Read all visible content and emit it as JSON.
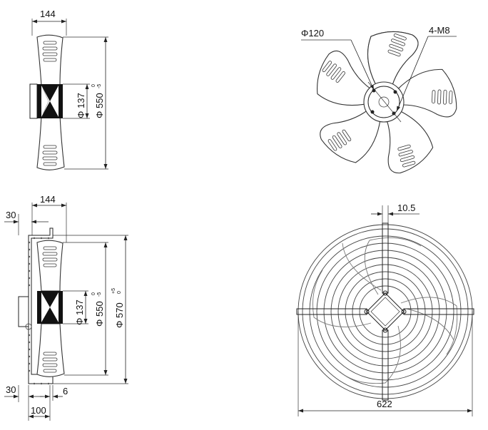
{
  "side_view_top": {
    "width_label": "144",
    "hub_dia_label": "Φ 137",
    "fan_dia_label": "Φ 550",
    "fan_dia_tol_upper": "0",
    "fan_dia_tol_lower": "-5"
  },
  "front_view_top": {
    "hub_circle_label": "Φ120",
    "bolt_label": "4-M8"
  },
  "side_view_bottom": {
    "width_label": "144",
    "flange_top_label": "30",
    "hub_dia_label": "Φ 137",
    "fan_dia_label": "Φ 550",
    "fan_dia_tol_upper": "0",
    "fan_dia_tol_lower": "-5",
    "guard_dia_label": "Φ 570",
    "guard_dia_tol_upper": "+5",
    "guard_dia_tol_lower": "0",
    "flange_bottom_label": "30",
    "thickness_label": "6",
    "depth_label": "100"
  },
  "guard_view": {
    "bar_width_label": "10.5",
    "overall_width_label": "622"
  }
}
